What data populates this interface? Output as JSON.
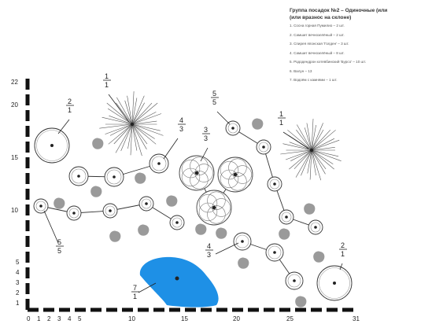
{
  "legend": {
    "title_line1": "Группа посадок №2 – Одиночные (или",
    "title_line2": "(или вразнос на склоне)",
    "items": [
      "1. Сосна горная Пумилио – 2 шт.",
      "2. Самшит вечнозелёный – 2 шт.",
      "3. Спирея японская 'Голден' – 3 шт.",
      "4. Самшит вечнозелёный – 8 шт.",
      "5. Рододендрон кэтевбинский 'Бурсо' – 10 шт.",
      "6. Валун – 13",
      "7. Водоём с камнями – 1 шт."
    ]
  },
  "axes": {
    "y_ticks": [
      "22",
      "20",
      "15",
      "10",
      "5",
      "4",
      "3",
      "2",
      "1"
    ],
    "x_ticks": [
      "0",
      "1",
      "2",
      "3",
      "4",
      "5",
      "10",
      "15",
      "20",
      "25",
      "31"
    ]
  },
  "callouts": [
    {
      "num": "1",
      "den": "1"
    },
    {
      "num": "1",
      "den": "1"
    },
    {
      "num": "2",
      "den": "1"
    },
    {
      "num": "2",
      "den": "1"
    },
    {
      "num": "3",
      "den": "3"
    },
    {
      "num": "4",
      "den": "3"
    },
    {
      "num": "4",
      "den": "3"
    },
    {
      "num": "5",
      "den": "5"
    },
    {
      "num": "5",
      "den": "5"
    },
    {
      "num": "7",
      "den": "1"
    }
  ],
  "colors": {
    "pond": "#1e90e6",
    "rock": "#9a9a9a",
    "border": "#111111",
    "plant_line": "#333333"
  }
}
